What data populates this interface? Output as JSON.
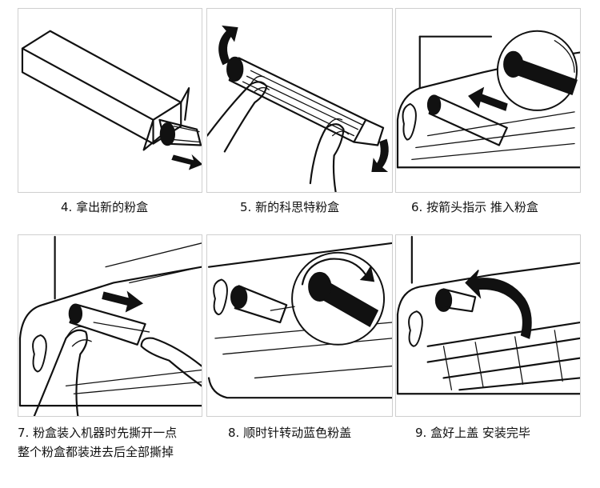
{
  "steps": [
    {
      "caption": "4. 拿出新的粉盒"
    },
    {
      "caption": "5. 新的科思特粉盒"
    },
    {
      "caption": "6. 按箭头指示  推入粉盒"
    },
    {
      "caption_line1": "7. 粉盒装入机器时先撕开一点",
      "caption_line2": "整个粉盒都装进去后全部撕掉"
    },
    {
      "caption": "8. 顺时针转动蓝色粉盖"
    },
    {
      "caption": "9. 盒好上盖  安装完毕"
    }
  ]
}
